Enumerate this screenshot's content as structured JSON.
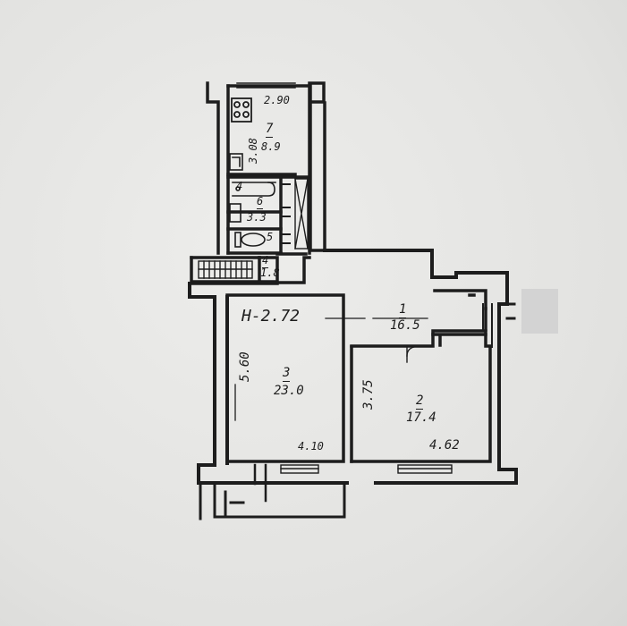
{
  "plan": {
    "ceiling_height": "Н-2.72",
    "rooms": [
      {
        "number": "1",
        "area": "16.5"
      },
      {
        "number": "2",
        "area": "17.4"
      },
      {
        "number": "3",
        "area": "23.0"
      },
      {
        "number": "4",
        "area": "1.8"
      },
      {
        "number": "5",
        "area": ""
      },
      {
        "number": "6",
        "area": "3.3"
      },
      {
        "number": "7",
        "area": "8.9"
      }
    ],
    "dimensions": {
      "kitchen_width": "2.90",
      "kitchen_length": "3.08",
      "room3_length": "5.60",
      "room3_width": "4.10",
      "room2_length": "3.75",
      "room2_width": "4.62"
    }
  },
  "colors": {
    "paper": "#e6e6e4",
    "ink": "#1d1d1d",
    "glare": "#d3d3d3"
  }
}
